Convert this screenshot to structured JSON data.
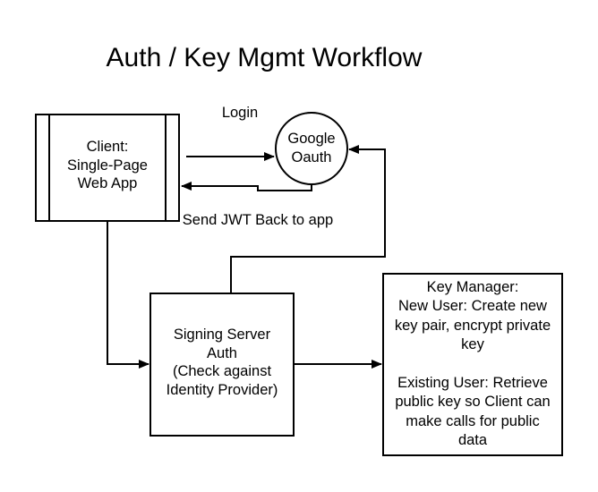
{
  "title": "Auth / Key Mgmt Workflow",
  "nodes": {
    "client": {
      "lines": [
        "Client:",
        "Single-Page",
        "Web App"
      ]
    },
    "google": {
      "lines": [
        "Google",
        "Oauth"
      ]
    },
    "signing": {
      "lines": [
        "Signing Server",
        "Auth",
        "(Check against",
        "Identity Provider)"
      ]
    },
    "key_manager": {
      "lines": [
        "Key Manager:",
        "New User: Create new",
        "key pair, encrypt private",
        "key",
        "",
        "Existing User: Retrieve",
        "public key so Client can",
        "make  calls for public",
        "data"
      ]
    }
  },
  "edge_labels": {
    "login": "Login",
    "send_jwt": "Send JWT Back to app"
  }
}
